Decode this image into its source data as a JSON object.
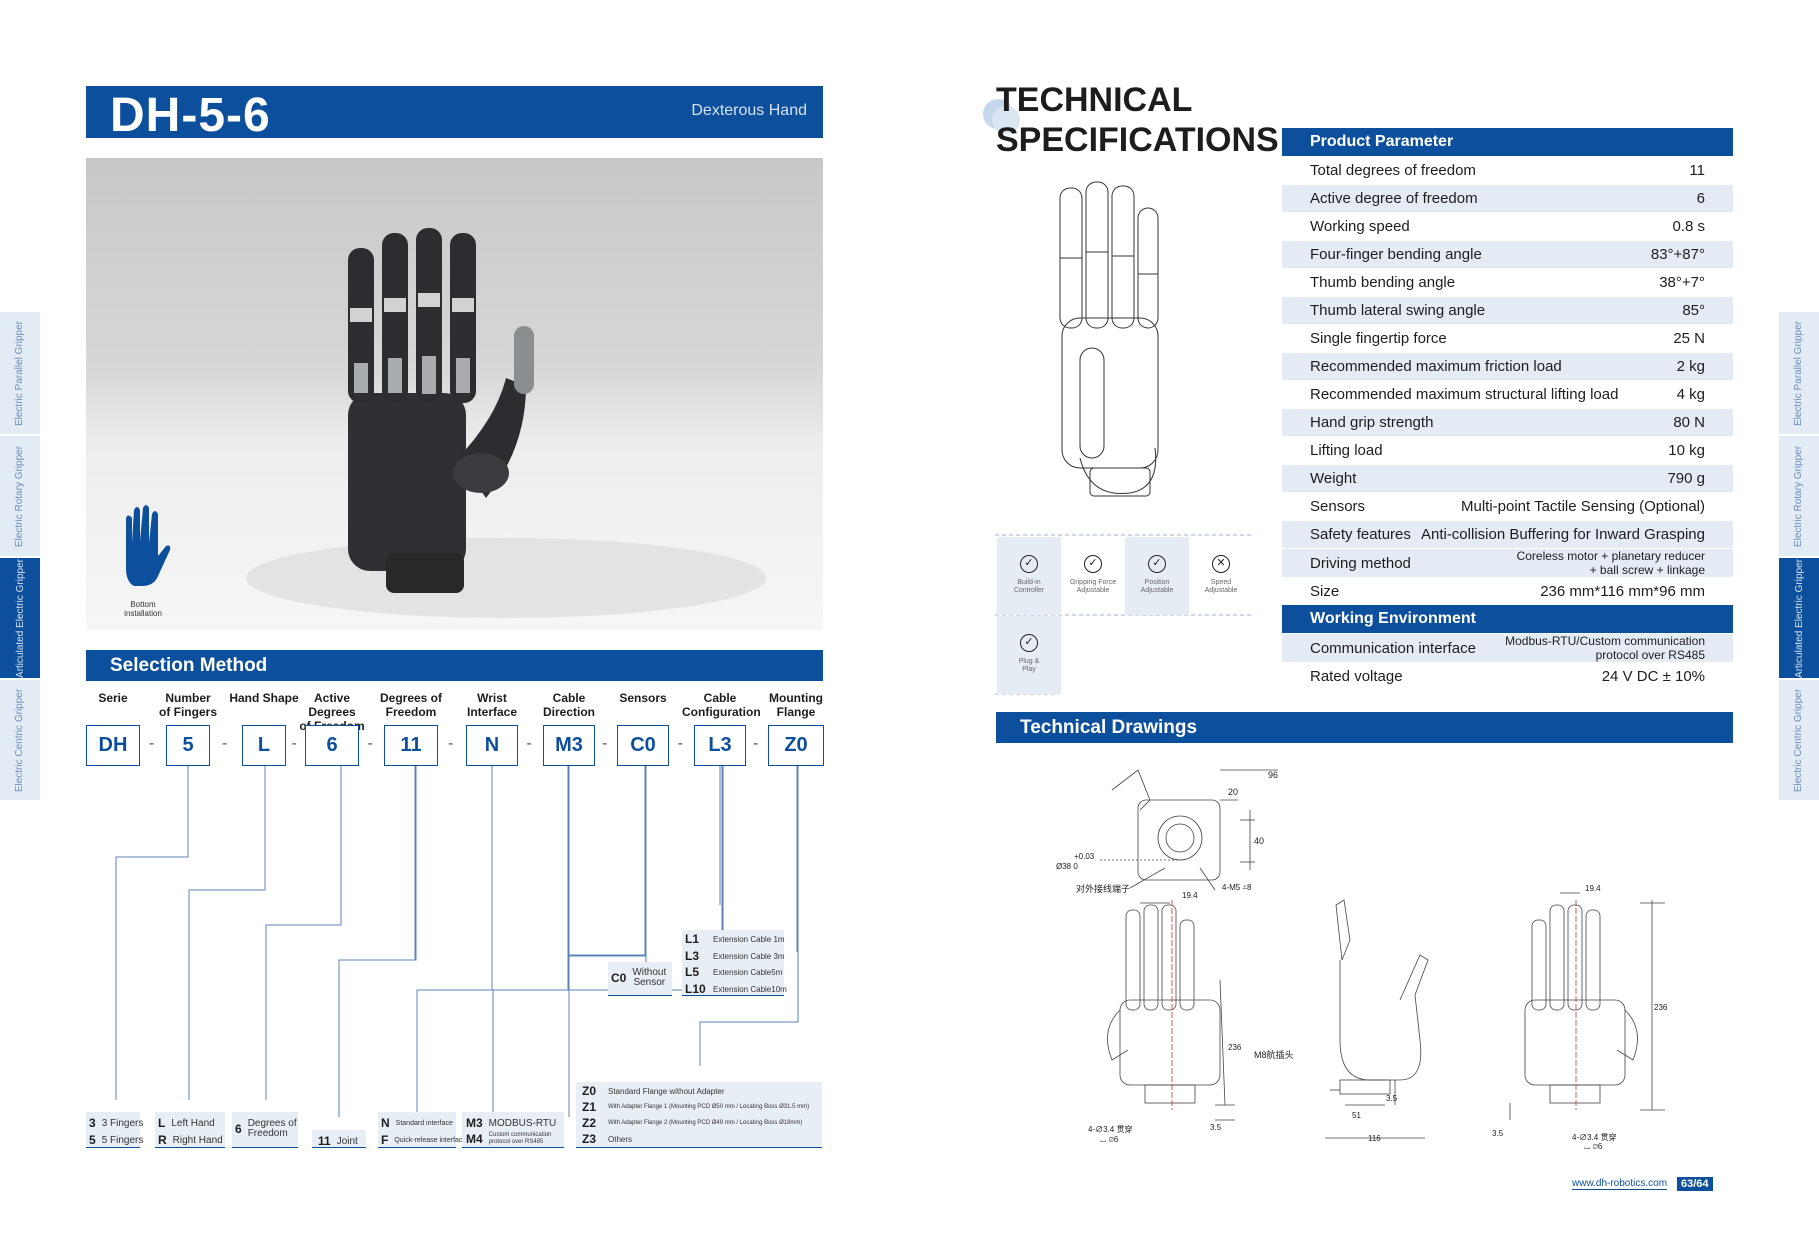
{
  "side_tabs_left": [
    "Electric Parallel Gripper",
    "Electric Rotary Gripper",
    "Articulated Electric Gripper",
    "Electric Centric Gripper"
  ],
  "side_tabs_right": [
    "Electric Parallel Gripper",
    "Electric Rotary Gripper",
    "Articulated Electric Gripper",
    "Electric Centric Gripper"
  ],
  "header": {
    "title": "DH-5-6",
    "subtitle": "Dexterous Hand"
  },
  "photo": {
    "install_label_1": "Bottom",
    "install_label_2": "installation"
  },
  "selection": {
    "title": "Selection Method",
    "columns": [
      {
        "h1": "Serie",
        "h2": "",
        "code": "DH"
      },
      {
        "h1": "Number",
        "h2": "of Fingers",
        "code": "5"
      },
      {
        "h1": "Hand Shape",
        "h2": "",
        "code": "L"
      },
      {
        "h1": "Active Degrees",
        "h2": "of Freedom",
        "code": "6"
      },
      {
        "h1": "Degrees of",
        "h2": "Freedom",
        "code": "11"
      },
      {
        "h1": "Wrist",
        "h2": "Interface",
        "code": "N"
      },
      {
        "h1": "Cable",
        "h2": "Direction",
        "code": "M3"
      },
      {
        "h1": "Sensors",
        "h2": "",
        "code": "C0"
      },
      {
        "h1": "Cable",
        "h2": "Configuration",
        "code": "L3"
      },
      {
        "h1": "Mounting",
        "h2": "Flange",
        "code": "Z0"
      }
    ],
    "dash": "-",
    "fingers": [
      {
        "k": "3",
        "v": "3 Fingers"
      },
      {
        "k": "5",
        "v": "5 Fingers"
      }
    ],
    "hand": [
      {
        "k": "L",
        "v": "Left Hand"
      },
      {
        "k": "R",
        "v": "Right Hand"
      }
    ],
    "active": {
      "k": "6",
      "v1": "Degrees of",
      "v2": "Freedom"
    },
    "joint": {
      "k": "11",
      "v": "Joint"
    },
    "wrist": [
      {
        "k": "N",
        "v": "Standard interface"
      },
      {
        "k": "F",
        "v": "Quick-release interface"
      }
    ],
    "cable": [
      {
        "k": "M3",
        "v": "MODBUS-RTU"
      },
      {
        "k": "M4",
        "v": "Custom communication protocol over RS485"
      }
    ],
    "sensor": {
      "k": "C0",
      "v1": "Without",
      "v2": "Sensor"
    },
    "cable_cfg": [
      {
        "k": "L1",
        "v": "Extension Cable 1m"
      },
      {
        "k": "L3",
        "v": "Extension Cable 3m"
      },
      {
        "k": "L5",
        "v": "Extension Cable5m"
      },
      {
        "k": "L10",
        "v": "Extension Cable10m"
      }
    ],
    "flange": [
      {
        "k": "Z0",
        "v": "Standard Flange without Adapter"
      },
      {
        "k": "Z1",
        "v": "With Adapter Flange 1 (Mounting PCD Ø50 mm / Locating Boss Ø31.5 mm)"
      },
      {
        "k": "Z2",
        "v": "With Adapter Flange 2 (Mounting PCD Ø49 mm / Locating Boss Ø18mm)"
      },
      {
        "k": "Z3",
        "v": "Others"
      }
    ]
  },
  "spec": {
    "title_1": "TECHNICAL",
    "title_2": "SPECIFICATIONS",
    "product_header": "Product Parameter",
    "product_rows": [
      {
        "k": "Total degrees of freedom",
        "v": "11"
      },
      {
        "k": "Active degree of freedom",
        "v": "6"
      },
      {
        "k": "Working speed",
        "v": "0.8 s"
      },
      {
        "k": "Four-finger bending angle",
        "v": "83°+87°"
      },
      {
        "k": "Thumb bending angle",
        "v": "38°+7°"
      },
      {
        "k": "Thumb lateral swing angle",
        "v": "85°"
      },
      {
        "k": "Single fingertip force",
        "v": "25 N"
      },
      {
        "k": "Recommended maximum friction load",
        "v": "2 kg"
      },
      {
        "k": "Recommended maximum structural lifting load",
        "v": "4 kg"
      },
      {
        "k": "Hand grip strength",
        "v": "80 N"
      },
      {
        "k": "Lifting load",
        "v": "10 kg"
      },
      {
        "k": "Weight",
        "v": "790 g"
      },
      {
        "k": "Sensors",
        "v": "Multi-point Tactile Sensing (Optional)"
      },
      {
        "k": "Safety features",
        "v": "Anti-collision Buffering for Inward Grasping"
      }
    ],
    "driving": {
      "k": "Driving method",
      "v1": "Coreless motor + planetary reducer",
      "v2": "+ ball screw + linkage"
    },
    "size": {
      "k": "Size",
      "v": "236 mm*116 mm*96 mm"
    },
    "env_header": "Working Environment",
    "comm": {
      "k": "Communication interface",
      "v1": "Modbus-RTU/Custom communication",
      "v2": "protocol over RS485"
    },
    "voltage": {
      "k": "Rated voltage",
      "v": "24 V DC ± 10%"
    },
    "features": [
      {
        "l1": "Build-in",
        "l2": "Controller",
        "icon": "check"
      },
      {
        "l1": "Gripping Force",
        "l2": "Adjustable",
        "icon": "check"
      },
      {
        "l1": "Position",
        "l2": "Adjustable",
        "icon": "check"
      },
      {
        "l1": "Speed",
        "l2": "Adjustable",
        "icon": "cross"
      },
      {
        "l1": "Plug &",
        "l2": "Play",
        "icon": "check"
      }
    ]
  },
  "drawings": {
    "title": "Technical Drawings",
    "dims": {
      "d96": "96",
      "d20": "20",
      "d40": "40",
      "tol": "+0.03",
      "dia38": "Ø38  0",
      "conn": "对外接线端子",
      "m5": "4-M5 ⩡8",
      "w194a": "19.4",
      "h236a": "236",
      "h35a": "3.5",
      "holes": "4-∅3.4 贯穿",
      "holes_b": "⌴ ∅6",
      "m8": "M8航插头",
      "w51": "51",
      "w116": "116",
      "h35b": "3.5",
      "w194b": "19.4",
      "h236b": "236",
      "h35c": "3.5"
    }
  },
  "footer": {
    "url": "www.dh-robotics.com",
    "page": "63/64"
  }
}
